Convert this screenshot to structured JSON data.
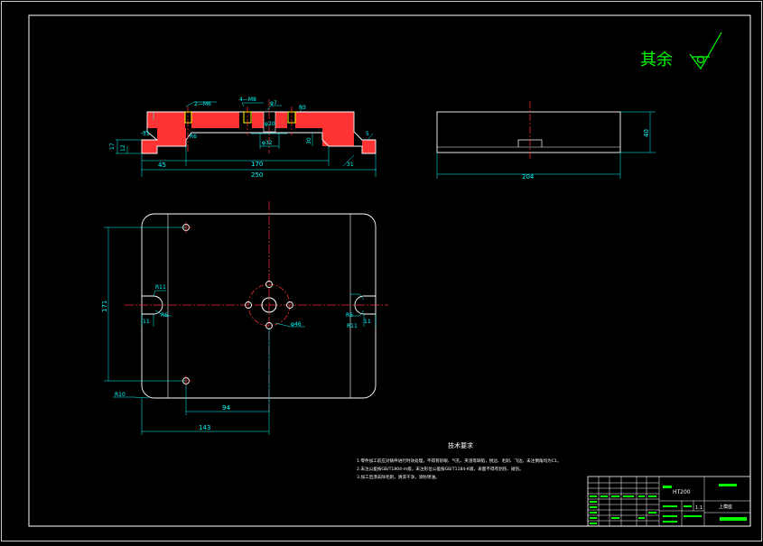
{
  "roughness": {
    "text": "其余"
  },
  "front_view": {
    "dims": {
      "thread_2m6": "2—M6",
      "thread_4m8": "4—M8",
      "phi7": "φ7",
      "phi32": "φ32",
      "phi20": "φ20",
      "r6": "R6",
      "r3": "R3",
      "h17": "17",
      "h12": "12",
      "h30": "30",
      "w45": "45",
      "w170": "170",
      "w250": "250",
      "c31a": "31",
      "c31b": "31",
      "r5": "5"
    }
  },
  "side_view": {
    "dims": {
      "h40": "40",
      "w204": "204"
    }
  },
  "top_view": {
    "dims": {
      "h171": "171",
      "r11l": "R11",
      "r6l": "R6",
      "w11l": "11",
      "r11r": "R11",
      "r6r": "R6",
      "w11r": "11",
      "phi46": "φ46",
      "r10": "R10",
      "w94": "94",
      "w143": "143"
    }
  },
  "tech": {
    "title": "技术要求",
    "lines": [
      "1.零件加工前应对铸件进行时效处理，不得有砂眼、气孔、夹渣等缺陷，锐边、毛刺、飞边，未注倒角均为C1。",
      "2.未注公差按GB/T1804-m级，未注形位公差按GB/T1184-K级，表面不得有划伤、碰伤。",
      "3.加工后须去除毛刺，清洗干净，涂防锈油。"
    ]
  },
  "title_block": {
    "material": "HT200",
    "scale": "1:1",
    "part_name": "上模座"
  }
}
